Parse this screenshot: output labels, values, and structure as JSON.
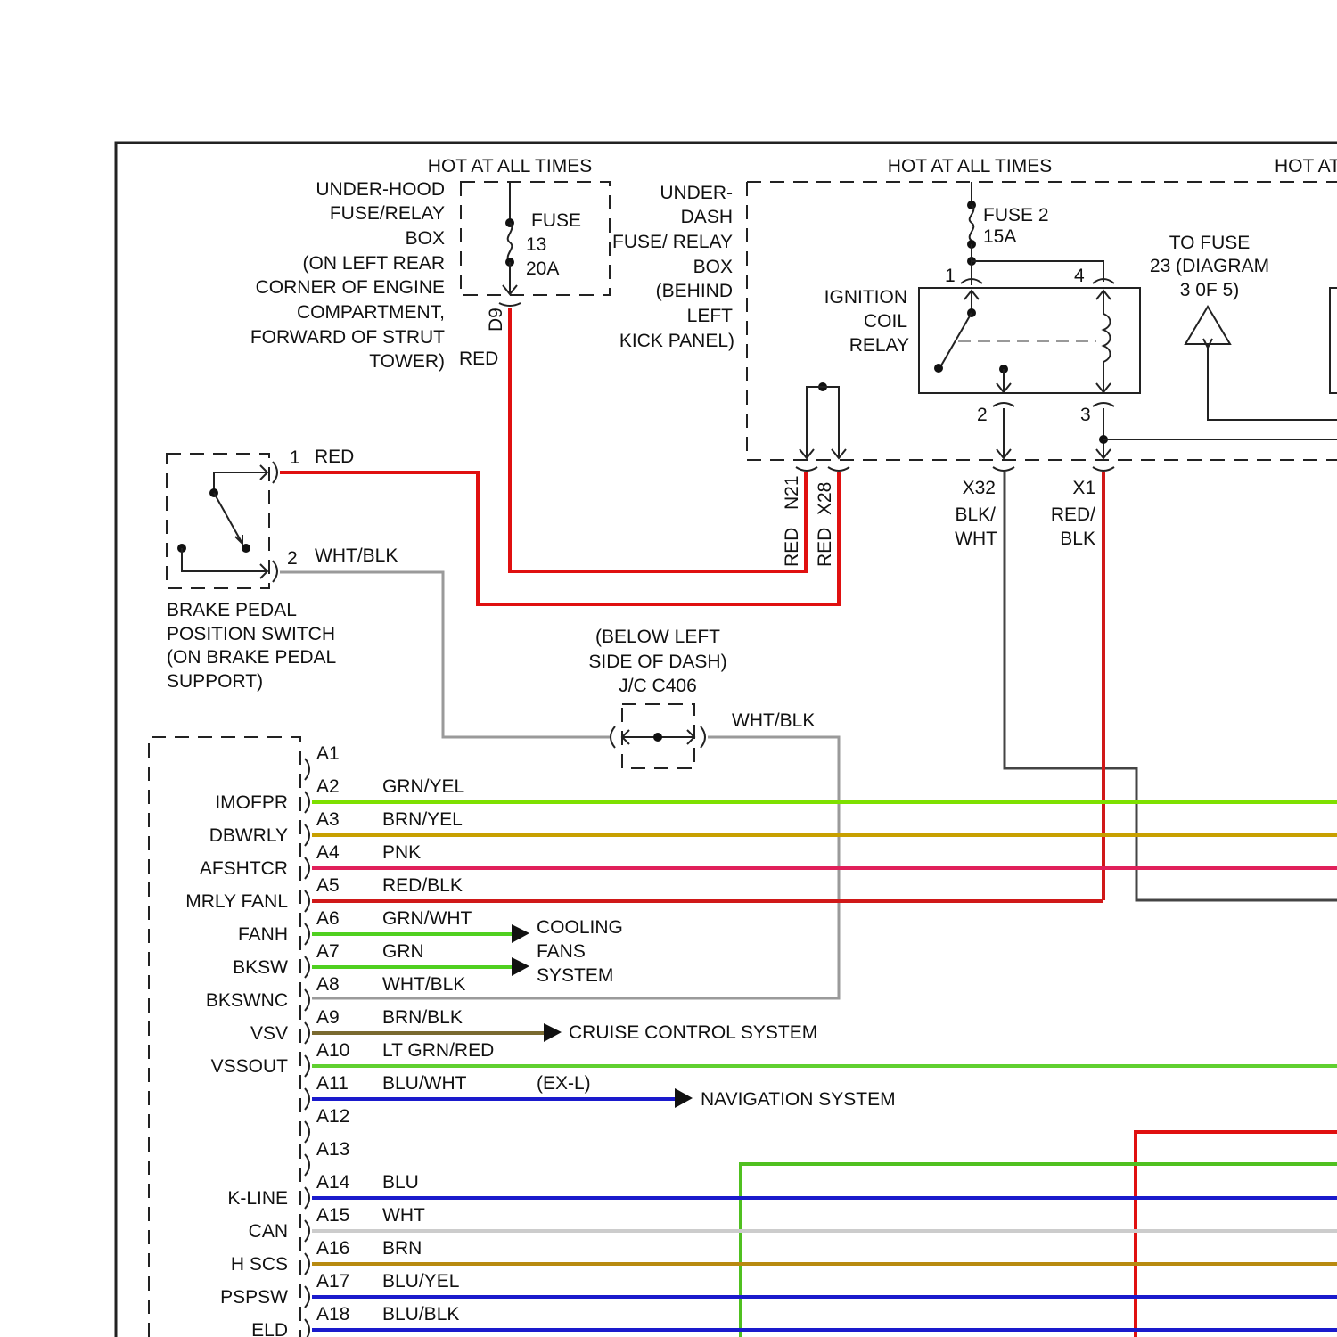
{
  "power": {
    "hot1": "HOT AT ALL TIMES",
    "hot2": "HOT AT ALL TIMES",
    "hot3": "HOT AT"
  },
  "underhood_box": {
    "label": [
      "UNDER-HOOD",
      "FUSE/RELAY",
      "BOX",
      "(ON LEFT REAR",
      "CORNER OF ENGINE",
      "COMPARTMENT,",
      "FORWARD OF STRUT",
      "TOWER)"
    ],
    "fuse": [
      "FUSE",
      "13",
      "20A"
    ],
    "connector": "D9",
    "wire_color": "RED"
  },
  "underdash_box": {
    "label": [
      "UNDER-",
      "DASH",
      "FUSE/ RELAY",
      "BOX",
      "(BEHIND",
      "LEFT",
      "KICK PANEL)"
    ],
    "fuse": [
      "FUSE 2",
      "15A"
    ],
    "relay_label": [
      "IGNITION",
      "COIL",
      "RELAY"
    ],
    "relay_pins": [
      "1",
      "4",
      "2",
      "3"
    ],
    "to_fuse": [
      "TO FUSE",
      "23 (DIAGRAM",
      "3 0F 5)"
    ],
    "connectors": [
      {
        "id": "N21",
        "color": "RED"
      },
      {
        "id": "X28",
        "color": "RED"
      },
      {
        "id": "X32",
        "color": "BLK/\nWHT",
        "color_lines": [
          "BLK/",
          "WHT"
        ]
      },
      {
        "id": "X1",
        "color_lines": [
          "RED/",
          "BLK"
        ]
      }
    ]
  },
  "brake_switch": {
    "pin1": "1",
    "pin1_color": "RED",
    "pin2": "2",
    "pin2_color": "WHT/BLK",
    "label": [
      "BRAKE PEDAL",
      "POSITION SWITCH",
      "(ON BRAKE PEDAL",
      "SUPPORT)"
    ]
  },
  "junction": {
    "label": [
      "(BELOW LEFT",
      "SIDE OF DASH)",
      "J/C C406"
    ],
    "out_color": "WHT/BLK"
  },
  "ecm_pins": [
    {
      "pin": "A1",
      "signal": "",
      "color": ""
    },
    {
      "pin": "A2",
      "signal": "IMOFPR",
      "color": "GRN/YEL"
    },
    {
      "pin": "A3",
      "signal": "DBWRLY",
      "color": "BRN/YEL"
    },
    {
      "pin": "A4",
      "signal": "AFSHTCR",
      "color": "PNK"
    },
    {
      "pin": "A5",
      "signal": "MRLY FANL",
      "color": "RED/BLK"
    },
    {
      "pin": "A6",
      "signal": "FANH",
      "color": "GRN/WHT"
    },
    {
      "pin": "A7",
      "signal": "BKSW",
      "color": "GRN"
    },
    {
      "pin": "A8",
      "signal": "BKSWNC",
      "color": "WHT/BLK"
    },
    {
      "pin": "A9",
      "signal": "VSV",
      "color": "BRN/BLK"
    },
    {
      "pin": "A10",
      "signal": "VSSOUT",
      "color": "LT GRN/RED"
    },
    {
      "pin": "A11",
      "signal": "",
      "color": "BLU/WHT"
    },
    {
      "pin": "A12",
      "signal": "",
      "color": ""
    },
    {
      "pin": "A13",
      "signal": "",
      "color": ""
    },
    {
      "pin": "A14",
      "signal": "K-LINE",
      "color": "BLU"
    },
    {
      "pin": "A15",
      "signal": "CAN",
      "color": "WHT"
    },
    {
      "pin": "A16",
      "signal": "H SCS",
      "color": "BRN"
    },
    {
      "pin": "A17",
      "signal": "PSPSW",
      "color": "BLU/YEL"
    },
    {
      "pin": "A18",
      "signal": "ELD",
      "color": "BLU/BLK"
    }
  ],
  "destinations": {
    "cooling": [
      "COOLING",
      "FANS",
      "SYSTEM"
    ],
    "cruise": "CRUISE CONTROL SYSTEM",
    "nav_option": "(EX-L)",
    "nav": "NAVIGATION SYSTEM"
  },
  "wire_colors": {
    "red": "#e01010",
    "grn_yel": "#7ee000",
    "brn_yel": "#c8a000",
    "pnk": "#e0205a",
    "red_blk": "#d01818",
    "grn": "#50d020",
    "wht_blk": "#9a9a9a",
    "brn_blk": "#7a6a30",
    "lt_grn": "#60d030",
    "blu": "#1a1acc",
    "wht": "#cccccc",
    "brn": "#b88a10",
    "blk_wht": "#444444"
  }
}
